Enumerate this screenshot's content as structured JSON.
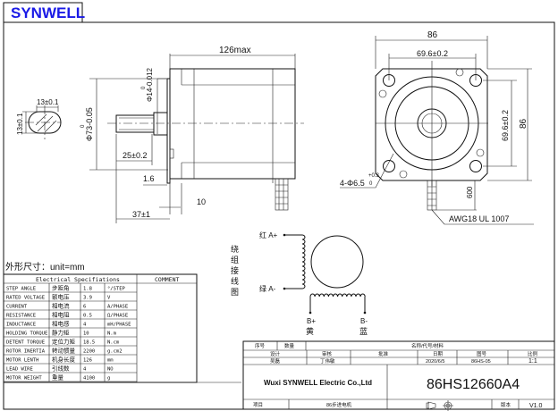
{
  "logo": {
    "text": "SYNWELL",
    "color": "#1a1ae6"
  },
  "section_title": "外形尺寸：unit=mm",
  "side_view": {
    "length": "126max",
    "flange_dia": "Φ73-0.05",
    "flange_dia_upper": "0",
    "shaft_dia": "Φ14-0.012",
    "shaft_dia_upper": "0",
    "flat_length": "25±0.2",
    "flange_thickness": "1.6",
    "boss": "10",
    "shaft_length": "37±1",
    "shaft_flat_width": "13±0.1",
    "shaft_flat_height": "13±0.1"
  },
  "front_view": {
    "width": "86",
    "hole_spacing_h": "69.6±0.2",
    "hole_spacing_v": "69.6±0.2",
    "height": "86",
    "holes": "4-Φ6.5",
    "holes_tol": "+0.3",
    "holes_tol_low": "0",
    "lead_length": "600",
    "wire": "AWG18  UL 1007"
  },
  "wiring": {
    "title": [
      "绕",
      "组",
      "接",
      "线",
      "图"
    ],
    "a_plus": "红 A+",
    "a_minus": "绿 A-",
    "b_plus": "B+",
    "b_plus_color": "黄",
    "b_minus": "B-",
    "b_minus_color": "蓝"
  },
  "spec_table": {
    "title": "Electrical Specifiations",
    "comment_header": "COMMENT",
    "rows": [
      {
        "name": "STEP ANGLE",
        "cn": "步距角",
        "value": "1.8",
        "unit": "°/STEP"
      },
      {
        "name": "RATED VOLTAGE",
        "cn": "额电压",
        "value": "3.9",
        "unit": "V"
      },
      {
        "name": "CURRENT",
        "cn": "相电流",
        "value": "6",
        "unit": "A/PHASE"
      },
      {
        "name": "RESISTANCE",
        "cn": "相电阻",
        "value": "0.5",
        "unit": "Ω/PHASE"
      },
      {
        "name": "INDUCTANCE",
        "cn": "相电感",
        "value": "4",
        "unit": "mH/PHASE"
      },
      {
        "name": "HOLDING TORQUE",
        "cn": "静力矩",
        "value": "10",
        "unit": "N.m"
      },
      {
        "name": "DETENT TORQUE",
        "cn": "定位力矩",
        "value": "18.5",
        "unit": "N.cm"
      },
      {
        "name": "ROTOR INERTIA",
        "cn": "转动惯量",
        "value": "2200",
        "unit": "g.cm2"
      },
      {
        "name": "MOTOR LENTH",
        "cn": "机身长度",
        "value": "126",
        "unit": "mm"
      },
      {
        "name": "LEAD WIRE",
        "cn": "引线数",
        "value": "4",
        "unit": "NO"
      },
      {
        "name": "MOTOR WEIGHT",
        "cn": "重量",
        "value": "4100",
        "unit": "g"
      }
    ]
  },
  "title_block": {
    "seq": "序号",
    "qty": "数量",
    "name_code_material": "名称/代号/材料",
    "design": "设计",
    "review": "审核",
    "approve": "批准",
    "date": "日期",
    "drawing_no": "图号",
    "scale": "比例",
    "designer": "吴磊",
    "reviewer": "丁伟敏",
    "date_value": "2020/6/5",
    "drawing_no_value": "86HS-05",
    "scale_value": "1:1",
    "company": "Wuxi SYNWELL Electric Co.,Ltd",
    "model": "86HS12660A4",
    "project": "项目",
    "project_value": "86步进电机",
    "version_label": "版本",
    "version": "V1.0"
  }
}
